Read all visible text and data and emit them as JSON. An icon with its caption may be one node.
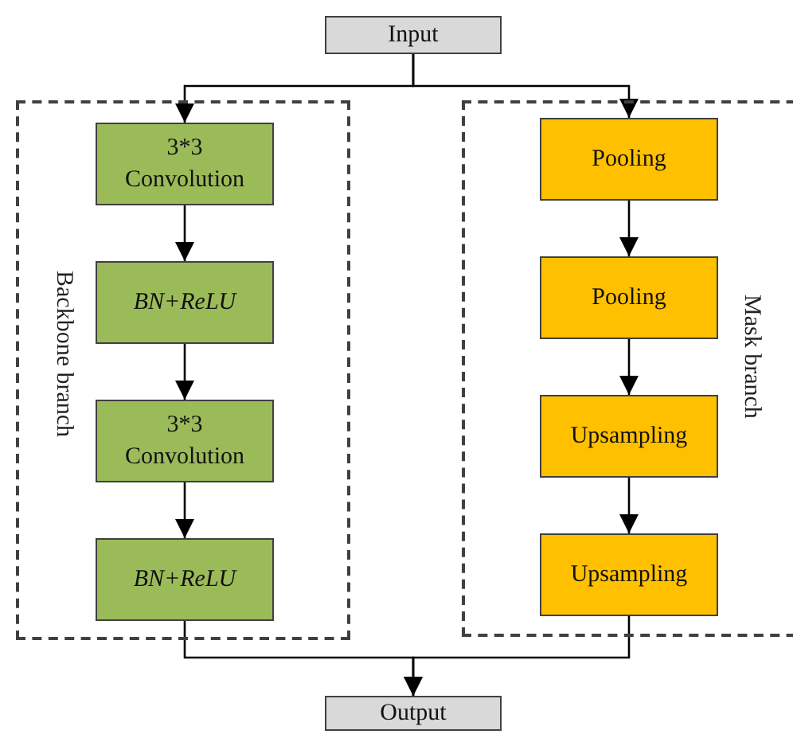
{
  "diagram": {
    "nodes": [
      {
        "text": [
          "Input"
        ]
      },
      {
        "text": [
          "Backbone branch"
        ]
      },
      {
        "text": [
          "3*3 Convolution"
        ],
        "in": 1
      },
      {
        "text": [
          "BN+ReLU"
        ],
        "in": 1
      },
      {
        "text": [
          "3*3 Convolution"
        ],
        "in": 1
      },
      {
        "text": [
          "BN+ReLU"
        ],
        "in": 1
      },
      {
        "text": [
          "Mask branch"
        ]
      },
      {
        "text": [
          "Pooling"
        ],
        "in": 6
      },
      {
        "text": [
          "Pooling"
        ],
        "in": 6
      },
      {
        "text": [
          "Upsampling"
        ],
        "in": 6
      },
      {
        "text": [
          "Upsampling"
        ],
        "in": 6
      },
      {
        "text": [
          "Output"
        ]
      }
    ],
    "edges": [
      {
        "from": 0,
        "to": 2,
        "arrow": "to"
      },
      {
        "from": 0,
        "to": 7,
        "arrow": "to"
      },
      {
        "from": 2,
        "to": 3,
        "arrow": "to"
      },
      {
        "from": 3,
        "to": 4,
        "arrow": "to"
      },
      {
        "from": 4,
        "to": 5,
        "arrow": "to"
      },
      {
        "from": 7,
        "to": 8,
        "arrow": "to"
      },
      {
        "from": 8,
        "to": 9,
        "arrow": "to"
      },
      {
        "from": 9,
        "to": 10,
        "arrow": "to"
      },
      {
        "from": 5,
        "to": 11,
        "arrow": "to"
      },
      {
        "from": 10,
        "to": 11,
        "arrow": "to"
      }
    ]
  }
}
